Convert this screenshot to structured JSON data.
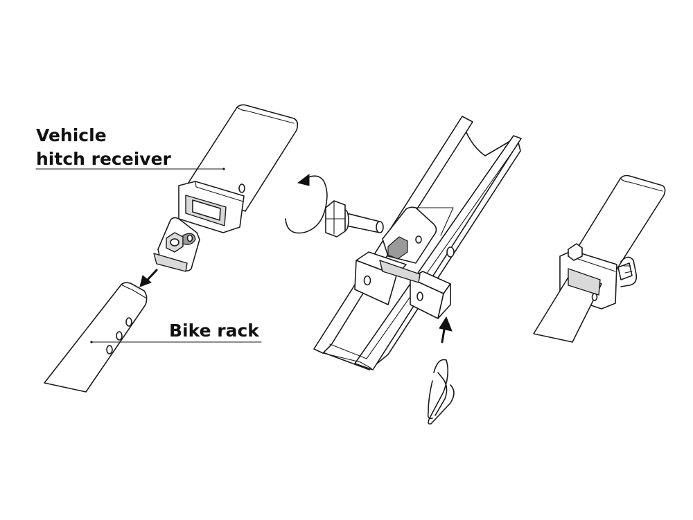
{
  "labels": {
    "receiver_line1": "Vehicle",
    "receiver_line2": "hitch receiver",
    "bike_rack": "Bike rack"
  },
  "colors": {
    "line": "#1a1a1a",
    "face_fill": "#d9d9d9",
    "background": "#ffffff"
  },
  "icons": [
    "rotation-arrow-icon",
    "down-left-arrow-icon",
    "up-arrow-icon"
  ]
}
